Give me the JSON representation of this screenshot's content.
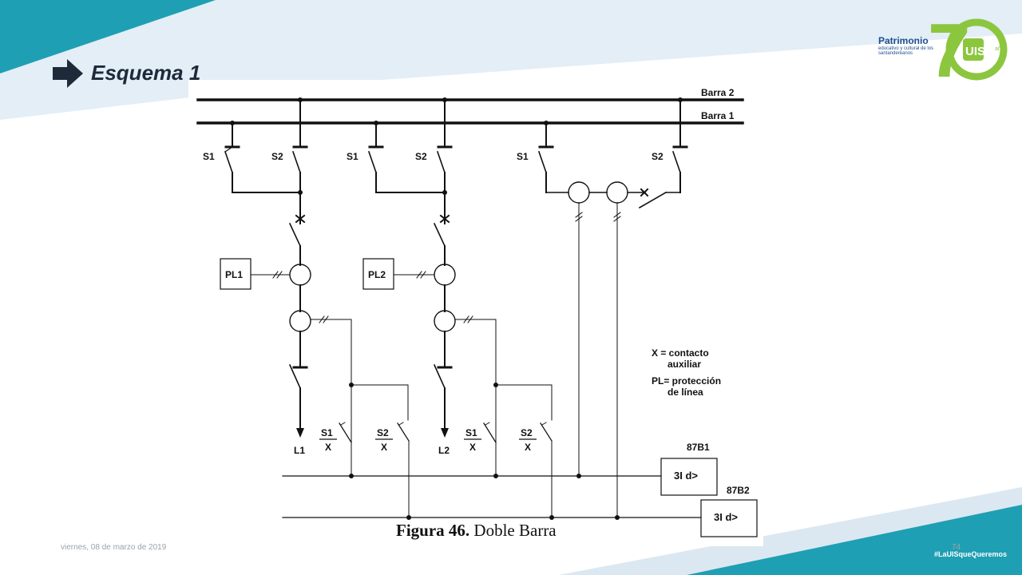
{
  "slide": {
    "title": "Esquema 1",
    "caption_bold": "Figura 46.",
    "caption_text": " Doble Barra",
    "date": "viernes, 08 de marzo de 2019",
    "page_number": "74",
    "hashtag": "#LaUISqueQueremos",
    "logo": {
      "line1": "Patrimonio",
      "line2": "educativo y cultural de los santandereanos",
      "anos": "años"
    },
    "colors": {
      "teal": "#1f9fb3",
      "light_blue": "#dde9f2",
      "logo_green": "#8cc63f",
      "logo_blue": "#1f4f8f"
    }
  },
  "diagram": {
    "bus2": "Barra 2",
    "bus1": "Barra 1",
    "s1": "S1",
    "s2": "S2",
    "pl1": "PL1",
    "pl2": "PL2",
    "l1": "L1",
    "l2": "L2",
    "x": "X",
    "relay1_label": "87B1",
    "relay2_label": "87B2",
    "relay_text": "3I d>",
    "legend_x1": "X  = contacto",
    "legend_x2": "auxiliar",
    "legend_pl1": "PL= protección",
    "legend_pl2": "de línea"
  }
}
